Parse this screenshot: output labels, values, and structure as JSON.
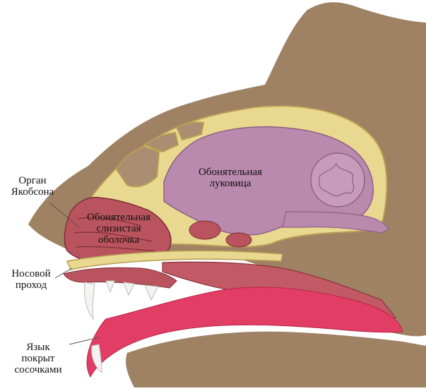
{
  "top_caption": "",
  "labels": {
    "jacobson_organ": {
      "line1": "Орган",
      "line2": "Якобсона"
    },
    "olfactory_bulb": {
      "line1": "Обонятельная",
      "line2": "луковица"
    },
    "olfactory_mucosa": {
      "line1": "Обонятельная",
      "line2": "слизистая",
      "line3": "оболочка"
    },
    "nasal_passage": {
      "line1": "Носовой",
      "line2": "проход"
    },
    "tongue": {
      "line1": "Язык",
      "line2": "покрыт",
      "line3": "сосочками"
    }
  },
  "colors": {
    "fur": "#9e8263",
    "bone": "#e9d88f",
    "brain": "#b98aad",
    "mucosa": "#b9545e",
    "tongue": "#e23d64",
    "cavity": "#a98e73"
  }
}
